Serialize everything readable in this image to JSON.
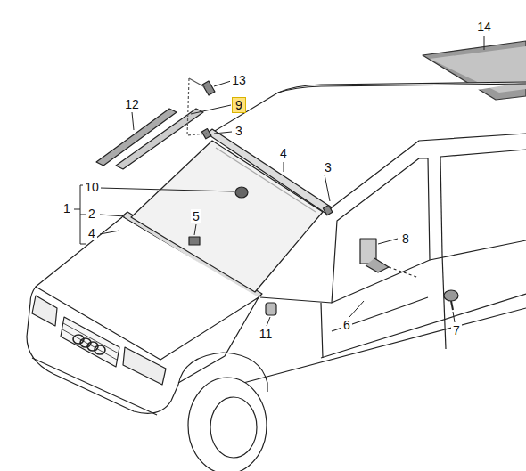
{
  "diagram": {
    "labels": [
      "14",
      "13",
      "9",
      "12",
      "3",
      "4",
      "10",
      "3",
      "1",
      "2",
      "4",
      "5",
      "8",
      "11",
      "6",
      "7"
    ]
  }
}
